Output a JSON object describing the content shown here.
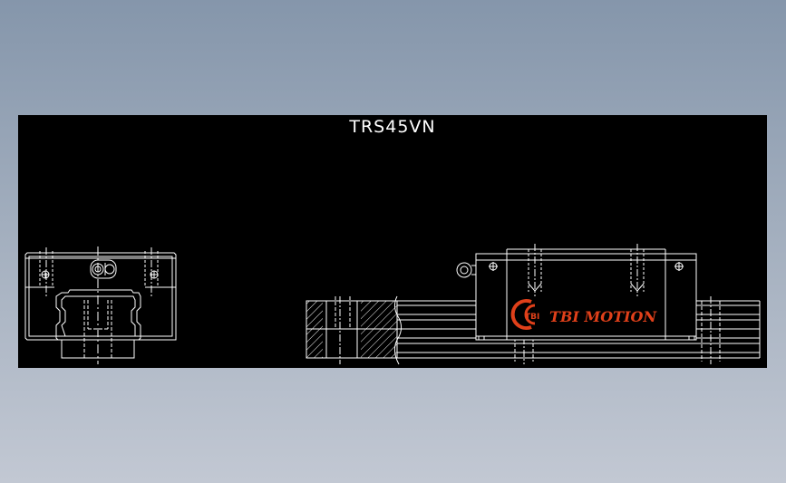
{
  "drawing": {
    "title": "TRS45VN",
    "logo_text": "TBI MOTION",
    "logo_mark_text": "TBI",
    "colors": {
      "background_outer": "#8f9db0",
      "viewport": "#000000",
      "lines": "#ffffff",
      "logo": "#e0401a"
    },
    "icons": [
      "grease-nipple-icon",
      "crosshair-hole-icon",
      "tbi-logo-icon"
    ]
  }
}
